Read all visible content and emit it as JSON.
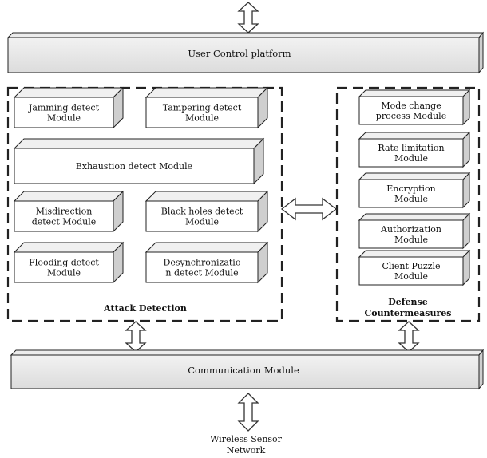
{
  "top_bar": {
    "label": "User Control platform"
  },
  "attack_detection": {
    "title": "Attack Detection",
    "modules": [
      {
        "id": "jamming",
        "lines": [
          "Jamming detect",
          "Module"
        ]
      },
      {
        "id": "tampering",
        "lines": [
          "Tampering detect",
          "Module"
        ]
      },
      {
        "id": "exhaustion",
        "lines": [
          "Exhaustion detect Module"
        ]
      },
      {
        "id": "misdirection",
        "lines": [
          "Misdirection",
          "detect Module"
        ]
      },
      {
        "id": "black-holes",
        "lines": [
          "Black holes detect",
          "Module"
        ]
      },
      {
        "id": "flooding",
        "lines": [
          "Flooding detect",
          "Module"
        ]
      },
      {
        "id": "desync",
        "lines": [
          "Desynchronizatio",
          "n detect Module"
        ]
      }
    ]
  },
  "defense": {
    "title_lines": [
      "Defense",
      "Countermeasures"
    ],
    "modules": [
      {
        "id": "mode-change",
        "lines": [
          "Mode change",
          "process Module"
        ]
      },
      {
        "id": "rate-limit",
        "lines": [
          "Rate limitation",
          "Module"
        ]
      },
      {
        "id": "encryption",
        "lines": [
          "Encryption",
          "Module"
        ]
      },
      {
        "id": "authorization",
        "lines": [
          "Authorization",
          "Module"
        ]
      },
      {
        "id": "client-puzzle",
        "lines": [
          "Client Puzzle",
          "Module"
        ]
      }
    ]
  },
  "bottom_bar": {
    "label": "Communication Module"
  },
  "network": {
    "lines": [
      "Wireless Sensor",
      "Network"
    ]
  }
}
